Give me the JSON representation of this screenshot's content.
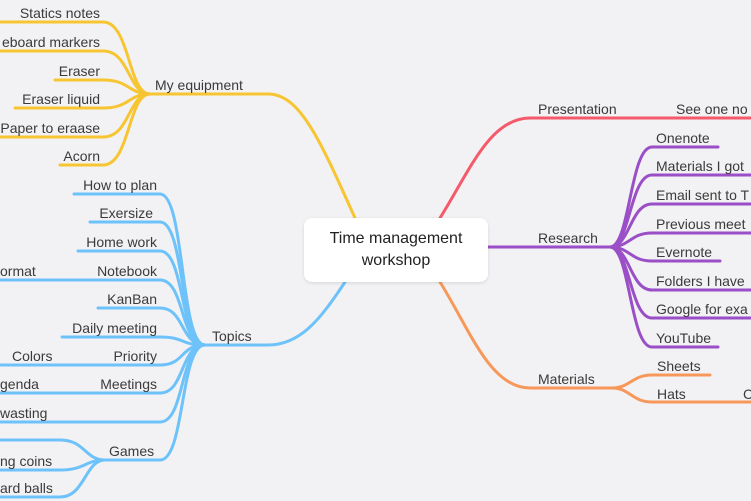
{
  "center": {
    "line1": "Time management",
    "line2": "workshop"
  },
  "colors": {
    "equipment": "#f7c531",
    "topics": "#6ec2fa",
    "presentation": "#f55a6b",
    "research": "#9b4fc7",
    "materials": "#f7985a"
  },
  "equipment": {
    "label": "My equipment",
    "items": [
      "Statics notes",
      "eboard markers",
      "Eraser",
      "Eraser liquid",
      "Paper to eraase",
      "Acorn"
    ]
  },
  "topics": {
    "label": "Topics",
    "items": [
      "How to plan",
      "Exersize",
      "Home work",
      "Notebook",
      "KanBan",
      "Daily meeting",
      "Priority",
      "Meetings",
      "Games"
    ],
    "sub": {
      "format": "ormat",
      "colors": "Colors",
      "agenda": "genda",
      "wasting": "wasting",
      "coins": "ng coins",
      "balls": "ard balls"
    }
  },
  "presentation": {
    "label": "Presentation",
    "sub": "See one no"
  },
  "research": {
    "label": "Research",
    "items": [
      "Onenote",
      "Materials I got",
      "Email sent to T",
      "Previous meet",
      "Evernote",
      "Folders I have",
      "Google for exa",
      "YouTube"
    ]
  },
  "materials": {
    "label": "Materials",
    "items": [
      "Sheets",
      "Hats"
    ],
    "sub": "C"
  }
}
